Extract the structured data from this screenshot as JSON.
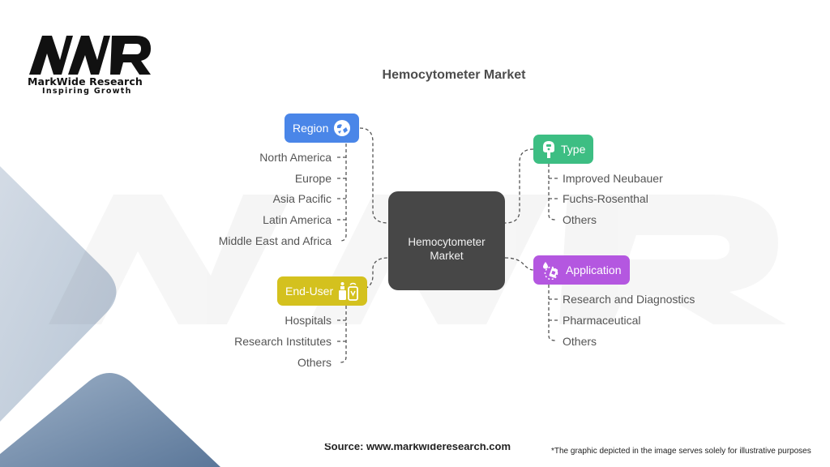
{
  "brand": {
    "logo_mark": "MWR",
    "name": "MarkWide Research",
    "tagline": "Inspiring Growth"
  },
  "title": "Hemocytometer Market",
  "center_node": {
    "label": "Hemocytometer Market"
  },
  "categories": {
    "region": {
      "label": "Region",
      "icon": "globe-icon",
      "color": "#4A86E8",
      "items": [
        "North America",
        "Europe",
        "Asia Pacific",
        "Latin America",
        "Middle East and Africa"
      ]
    },
    "type": {
      "label": "Type",
      "icon": "parking-meter-icon",
      "color": "#3DBE83",
      "items": [
        "Improved Neubauer",
        "Fuchs-Rosenthal",
        "Others"
      ]
    },
    "end_user": {
      "label": "End-User",
      "icon": "medical-devices-icon",
      "color": "#D4C11E",
      "items": [
        "Hospitals",
        "Research Institutes",
        "Others"
      ]
    },
    "application": {
      "label": "Application",
      "icon": "drop-vial-icon",
      "color": "#B457E0",
      "items": [
        "Research and Diagnostics",
        "Pharmaceutical",
        "Others"
      ]
    }
  },
  "footer": {
    "source": "Source: www.markwideresearch.com",
    "disclaimer": "*The graphic depicted in the image serves solely for illustrative purposes"
  },
  "colors": {
    "center_node": "#474747",
    "connector": "#555555",
    "bg_shape_light": "#C3CEDB",
    "bg_shape_dark": "#6A84A6"
  }
}
